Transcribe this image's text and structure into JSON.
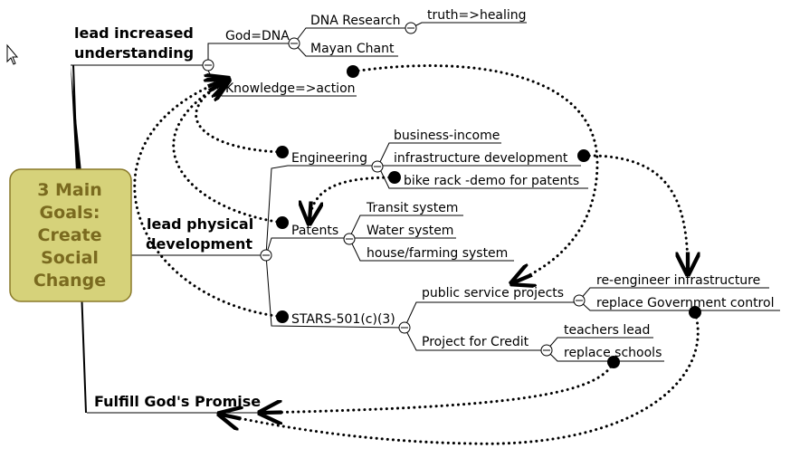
{
  "central": {
    "lines": [
      "3 Main",
      "Goals:",
      "Create",
      "Social",
      "Change"
    ]
  },
  "goals": {
    "understanding": {
      "line1": "lead increased",
      "line2": "understanding"
    },
    "physical": {
      "line1": "lead physical",
      "line2": "development"
    },
    "promise": "Fulfill God's Promise"
  },
  "nodes": {
    "god_dna": "God=DNA",
    "dna_research": "DNA Research",
    "truth_healing": "truth=>healing",
    "mayan_chant": "Mayan Chant",
    "knowledge_action": "Knowledge=>action",
    "engineering": "Engineering",
    "business_income": "business-income",
    "infrastructure_development": "infrastructure development",
    "bike_rack": "bike rack -demo for patents",
    "patents": "Patents",
    "transit": "Transit system",
    "water": "Water system",
    "house_farming": "house/farming system",
    "stars": "STARS-501(c)(3)",
    "public_service": "public service projects",
    "reengineer": "re-engineer infrastructure",
    "replace_gov": "replace Government control",
    "project_credit": "Project for Credit",
    "teachers": "teachers lead",
    "replace_schools": "replace schools"
  },
  "colors": {
    "central_fill": "#d6d27a",
    "central_border": "#8a7a2a",
    "central_text": "#7a6a1f"
  }
}
